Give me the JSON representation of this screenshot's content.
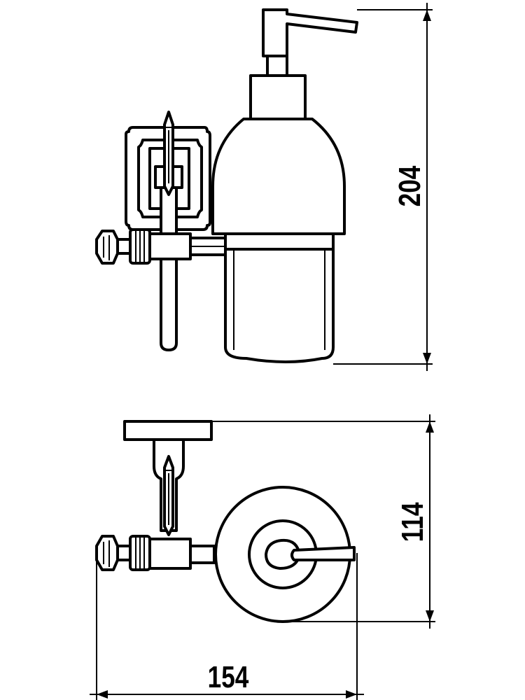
{
  "dimensions": {
    "height": "204",
    "depth": "114",
    "width": "154"
  }
}
